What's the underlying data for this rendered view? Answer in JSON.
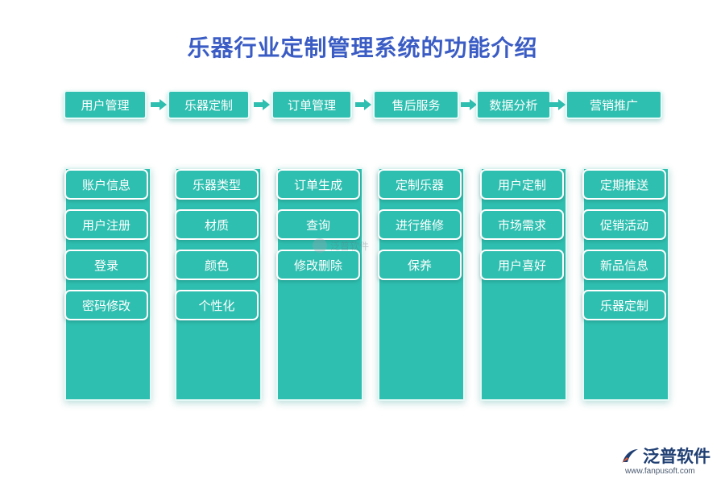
{
  "title": "乐器行业定制管理系统的功能介绍",
  "colors": {
    "accent": "#2fbfb0",
    "title": "#3a5cc4",
    "arrow": "#2fbfb0",
    "logo": "#1f3f73",
    "logo_accent": "#e85a2a"
  },
  "modules": [
    {
      "label": "用户管理",
      "items": [
        "账户信息",
        "用户注册",
        "登录",
        "密码修改"
      ]
    },
    {
      "label": "乐器定制",
      "items": [
        "乐器类型",
        "材质",
        "颜色",
        "个性化"
      ]
    },
    {
      "label": "订单管理",
      "items": [
        "订单生成",
        "查询",
        "修改删除"
      ]
    },
    {
      "label": "售后服务",
      "items": [
        "定制乐器",
        "进行维修",
        "保养"
      ]
    },
    {
      "label": "数据分析",
      "items": [
        "用户定制",
        "市场需求",
        "用户喜好"
      ]
    },
    {
      "label": "营销推广",
      "items": [
        "定期推送",
        "促销活动",
        "新品信息",
        "乐器定制"
      ]
    }
  ],
  "watermark": {
    "text": "泛普软件",
    "icon": "fanpu-logo-icon"
  },
  "logo": {
    "text": "泛普软件",
    "url": "www.fanpusoft.com",
    "icon": "fanpu-logo-icon"
  }
}
